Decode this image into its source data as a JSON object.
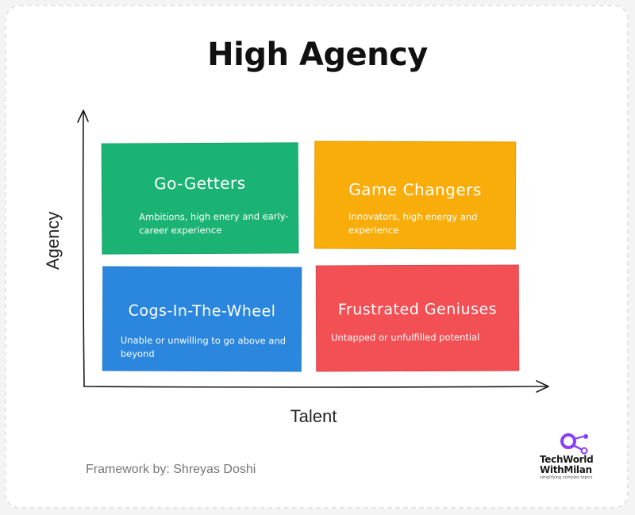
{
  "title": "High Agency",
  "axes": {
    "y_label": "Agency",
    "x_label": "Talent"
  },
  "quadrants": [
    {
      "title": "Go-Getters",
      "description": "Ambitions, high enery and early-career experience",
      "color": "#1bb374"
    },
    {
      "title": "Game Changers",
      "description": "Innovators, high energy and experience",
      "color": "#f9ad0b"
    },
    {
      "title": "Cogs-In-The-Wheel",
      "description": "Unable or unwilling to go above and beyond",
      "color": "#2b86de"
    },
    {
      "title": "Frustrated Geniuses",
      "description": "Untapped or unfulfilled potential",
      "color": "#f25055"
    }
  ],
  "footer": "Framework by: Shreyas Doshi",
  "logo": {
    "line1": "TechWorld",
    "line2": "WithMilan",
    "tagline": "simplifying complex topics",
    "icon": "molecule-icon",
    "color": "#8a3ffc"
  }
}
